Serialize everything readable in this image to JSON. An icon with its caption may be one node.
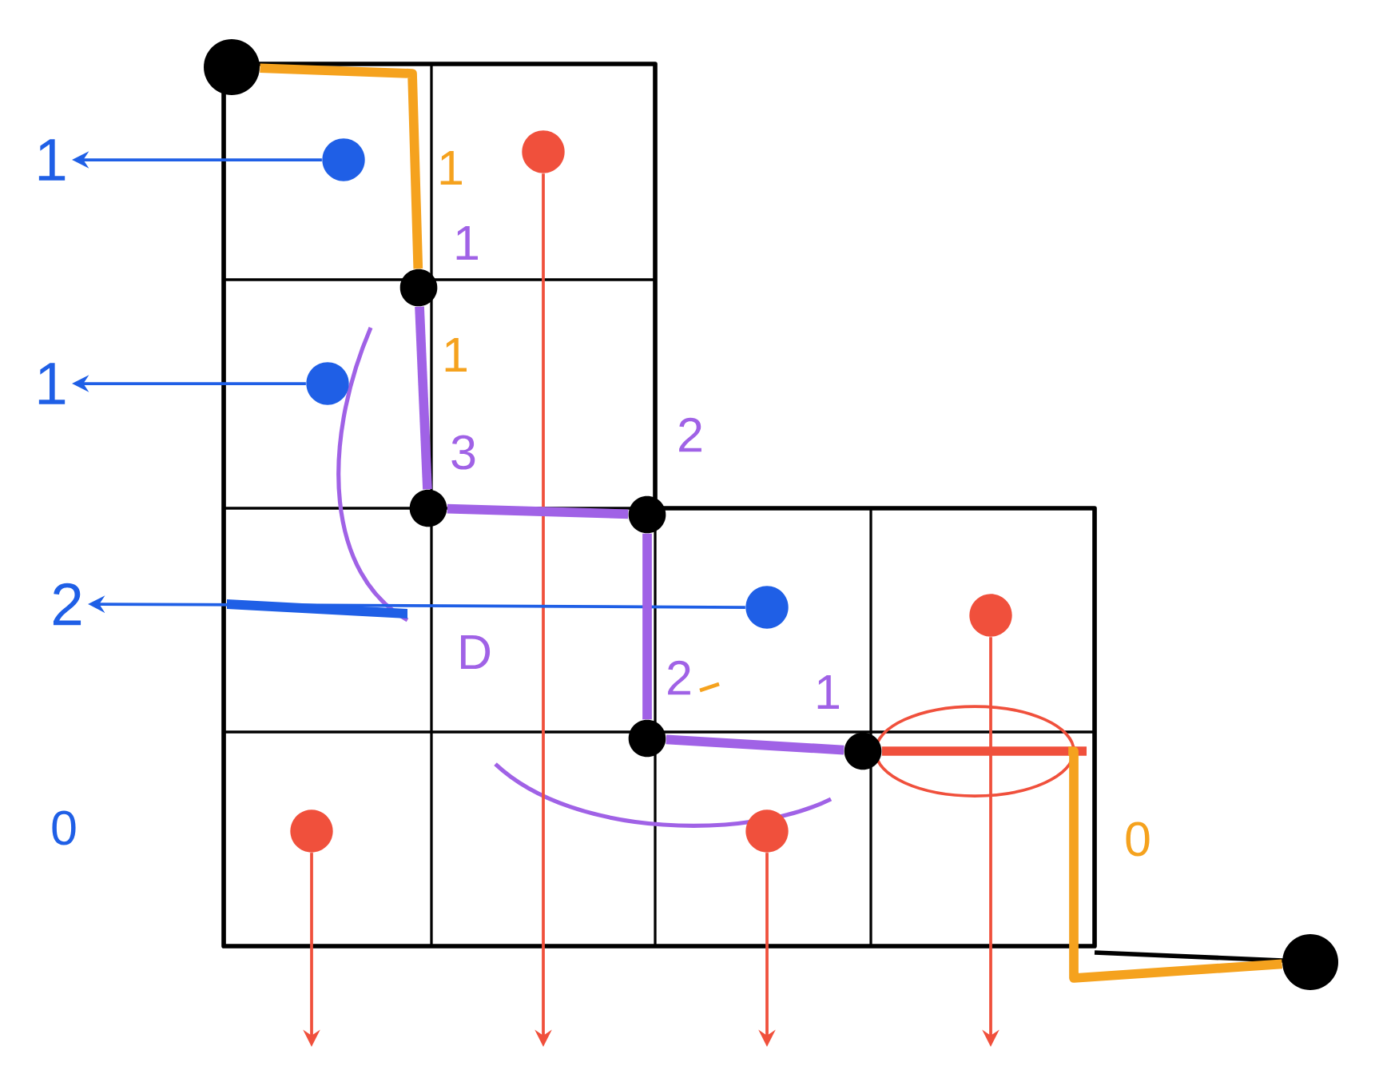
{
  "diagram": {
    "nodes": [
      {
        "text": [
          "1"
        ]
      },
      {
        "text": [
          "1"
        ]
      },
      {
        "text": [
          "2"
        ]
      },
      {
        "text": [],
        "shape": "circle"
      },
      {
        "text": [],
        "shape": "circle"
      },
      {
        "text": [],
        "shape": "circle"
      },
      {
        "text": [],
        "shape": "circle"
      },
      {
        "text": [],
        "shape": "circle"
      },
      {
        "text": [],
        "shape": "circle"
      },
      {
        "text": [],
        "shape": "circle"
      },
      {
        "text": [],
        "shape": "circle"
      },
      {
        "text": [],
        "shape": "circle"
      },
      {
        "text": [],
        "shape": "circle"
      },
      {
        "text": [],
        "shape": "circle"
      },
      {
        "text": [],
        "shape": "circle"
      },
      {
        "text": [],
        "shape": "circle"
      },
      {
        "text": [],
        "shape": "circle"
      }
    ],
    "edges": [
      {
        "from": 3,
        "to": 0,
        "arrow": "to",
        "color": "#1f5fe6"
      },
      {
        "from": 4,
        "to": null,
        "arrow": "to",
        "color": "#f0503c"
      },
      {
        "from": 5,
        "to": 1,
        "arrow": "to",
        "color": "#1f5fe6"
      },
      {
        "from": 6,
        "to": 2,
        "arrow": "to",
        "color": "#1f5fe6"
      },
      {
        "from": 7,
        "to": null,
        "arrow": "to",
        "color": "#f0503c"
      },
      {
        "from": 8,
        "to": null,
        "arrow": "to",
        "color": "#f0503c"
      },
      {
        "from": 9,
        "to": null,
        "arrow": "to",
        "color": "#f0503c"
      },
      {
        "from": 10,
        "to": 11,
        "arrow": "none",
        "style": "thick",
        "color": "#f5a21e"
      },
      {
        "from": 11,
        "to": 12,
        "arrow": "none",
        "style": "thick",
        "color": "#a062e6"
      },
      {
        "from": 12,
        "to": 13,
        "arrow": "none",
        "style": "thick",
        "color": "#a062e6"
      },
      {
        "from": 13,
        "to": 14,
        "arrow": "none",
        "style": "thick",
        "color": "#a062e6"
      },
      {
        "from": 14,
        "to": 15,
        "arrow": "none",
        "style": "thick",
        "color": "#a062e6"
      },
      {
        "from": 15,
        "to": null,
        "arrow": "none",
        "style": "thick",
        "color": "#f0503c"
      },
      {
        "from": 15,
        "to": 16,
        "arrow": "none",
        "style": "thick",
        "color": "#f5a21e"
      }
    ],
    "labels": [
      "1",
      "1",
      "1",
      "2",
      "3",
      "D",
      "2",
      "1",
      "0",
      "0"
    ]
  }
}
